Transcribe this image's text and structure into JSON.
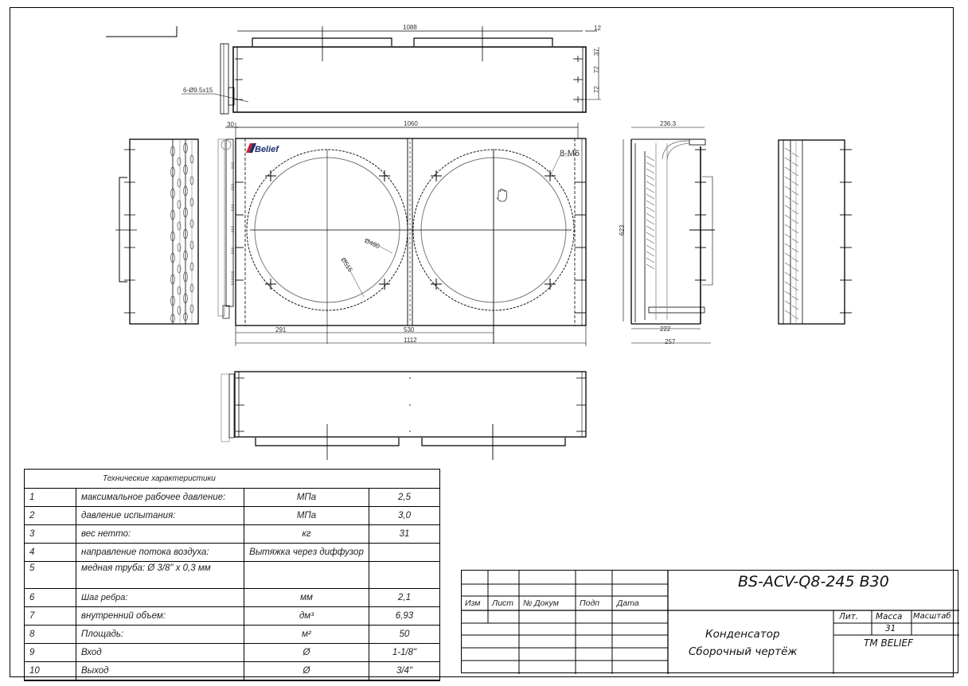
{
  "drawing": {
    "brand_logo": "Belief",
    "brand_colors": {
      "logo_red": "#c8202a",
      "logo_navy": "#1c2f6b"
    },
    "dimensions": {
      "top_view_length": "1088",
      "top_view_offset": "12",
      "top_view_pitch_1": "37",
      "top_view_pitch_2": "72",
      "top_view_pitch_3": "72",
      "mount_holes": "6-Ø9.5x15",
      "front_width": "1060",
      "front_offset": "30",
      "bolts": "8-M6",
      "fan_inner_diameter": "Ø480",
      "fan_outer_diameter": "Ø515",
      "fan_offset": "291",
      "fan_pitch": "530",
      "total_length": "1112",
      "side_height": "623",
      "side_top_depth": "236.3",
      "side_inner_depth": "222",
      "side_total_depth": "257"
    }
  },
  "specs": {
    "title": "Технические характеристики",
    "rows": [
      {
        "num": "1",
        "desc": "максимальное рабочее давление:",
        "unit": "МПа",
        "value": "2,5"
      },
      {
        "num": "2",
        "desc": "давление испытания:",
        "unit": "МПа",
        "value": "3,0"
      },
      {
        "num": "3",
        "desc": "вес нетто:",
        "unit": "кг",
        "value": "31"
      },
      {
        "num": "4",
        "desc": "направление потока воздуха:",
        "unit": "Вытяжка через диффузор",
        "value": ""
      },
      {
        "num": "5",
        "desc": "медная труба: Ø 3/8\" x 0,3 мм",
        "unit": "",
        "value": ""
      },
      {
        "num": "6",
        "desc": "Шаг ребра:",
        "unit": "мм",
        "value": "2,1"
      },
      {
        "num": "7",
        "desc": "внутренний объем:",
        "unit": "дм³",
        "value": "6,93"
      },
      {
        "num": "8",
        "desc": "Площадь:",
        "unit": "м²",
        "value": "50"
      },
      {
        "num": "9",
        "desc": "Вход",
        "unit": "Ø",
        "value": "1-1/8\""
      },
      {
        "num": "10",
        "desc": "Выход",
        "unit": "Ø",
        "value": "3/4\""
      }
    ]
  },
  "stamp": {
    "headers": {
      "izm": "Изм",
      "list": "Лист",
      "doc_no": "№ Докум",
      "sign": "Подп",
      "date": "Дата"
    },
    "code": "BS-ACV-Q8-245 B30",
    "product_name": "Конденсатор",
    "drawing_type": "Сборочный чертёж",
    "lit_label": "Лит.",
    "mass_label": "Масса",
    "scale_label": "Масштаб",
    "mass_value": "31",
    "company": "TM BELIEF"
  }
}
